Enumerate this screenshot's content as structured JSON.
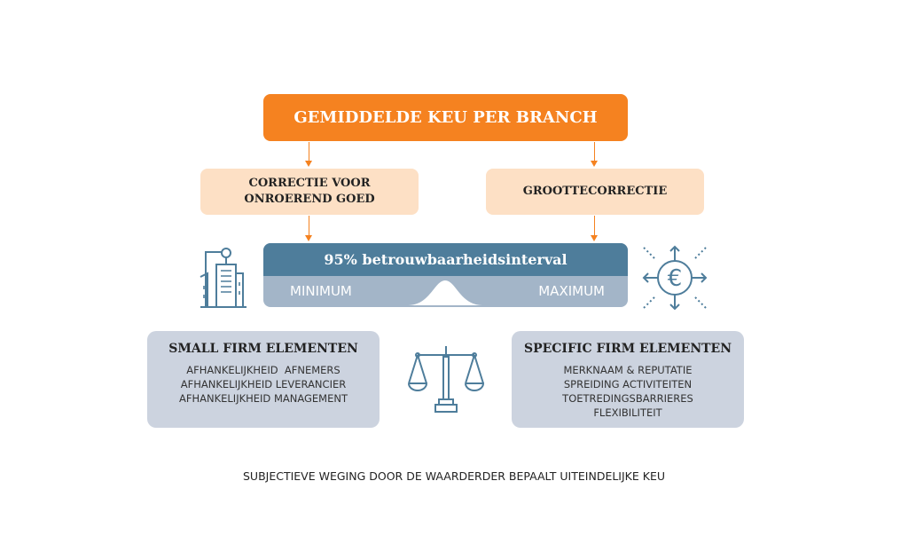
{
  "title": "GEMIDDELDE KEU PER BRANCH",
  "corrections": [
    "CORRECTIE VOOR ONROEREND GOED",
    "GROOTTECORRECTIE"
  ],
  "interval": {
    "title": "95% betrouwbaarheidsinterval",
    "min": "MINIMUM",
    "max": "MAXIMUM"
  },
  "small_firm": {
    "title": "SMALL FIRM ELEMENTEN",
    "items": [
      "AFHANKELIJKHEID  AFNEMERS",
      "AFHANKELIJKHEID LEVERANCIER",
      "AFHANKELIJKHEID MANAGEMENT"
    ]
  },
  "specific_firm": {
    "title": "SPECIFIC FIRM ELEMENTEN",
    "items": [
      "MERKNAAM & REPUTATIE",
      "SPREIDING ACTIVITEITEN",
      "TOETREDINGSBARRIERES",
      "FLEXIBILITEIT"
    ]
  },
  "footer": "SUBJECTIEVE WEGING DOOR DE WAARDERDER BEPAALT UITEINDELIJKE KEU",
  "colors": {
    "orange": "#f58220",
    "peach": "#fde0c5",
    "blue": "#4e7d9b",
    "lightblue": "#a3b5c8",
    "gray": "#ccd3df"
  }
}
